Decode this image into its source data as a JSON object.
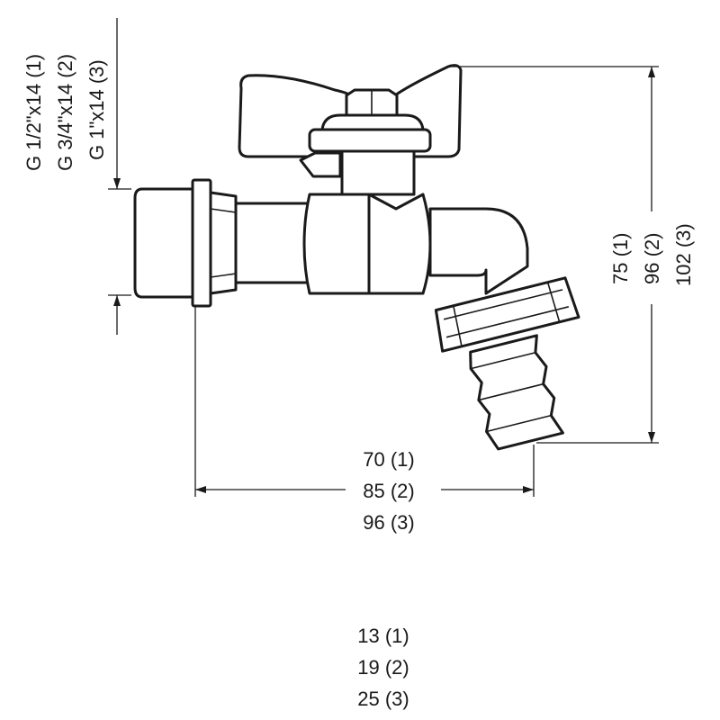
{
  "thread_labels": [
    "G 1/2\"x14 (1)",
    "G 3/4\"x14 (2)",
    "G 1\"x14 (3)"
  ],
  "height_labels": [
    "75 (1)",
    "96 (2)",
    "102 (3)"
  ],
  "length_labels": [
    "70 (1)",
    "85 (2)",
    "96 (3)"
  ],
  "hose_labels": [
    "13 (1)",
    "19 (2)",
    "25 (3)"
  ]
}
